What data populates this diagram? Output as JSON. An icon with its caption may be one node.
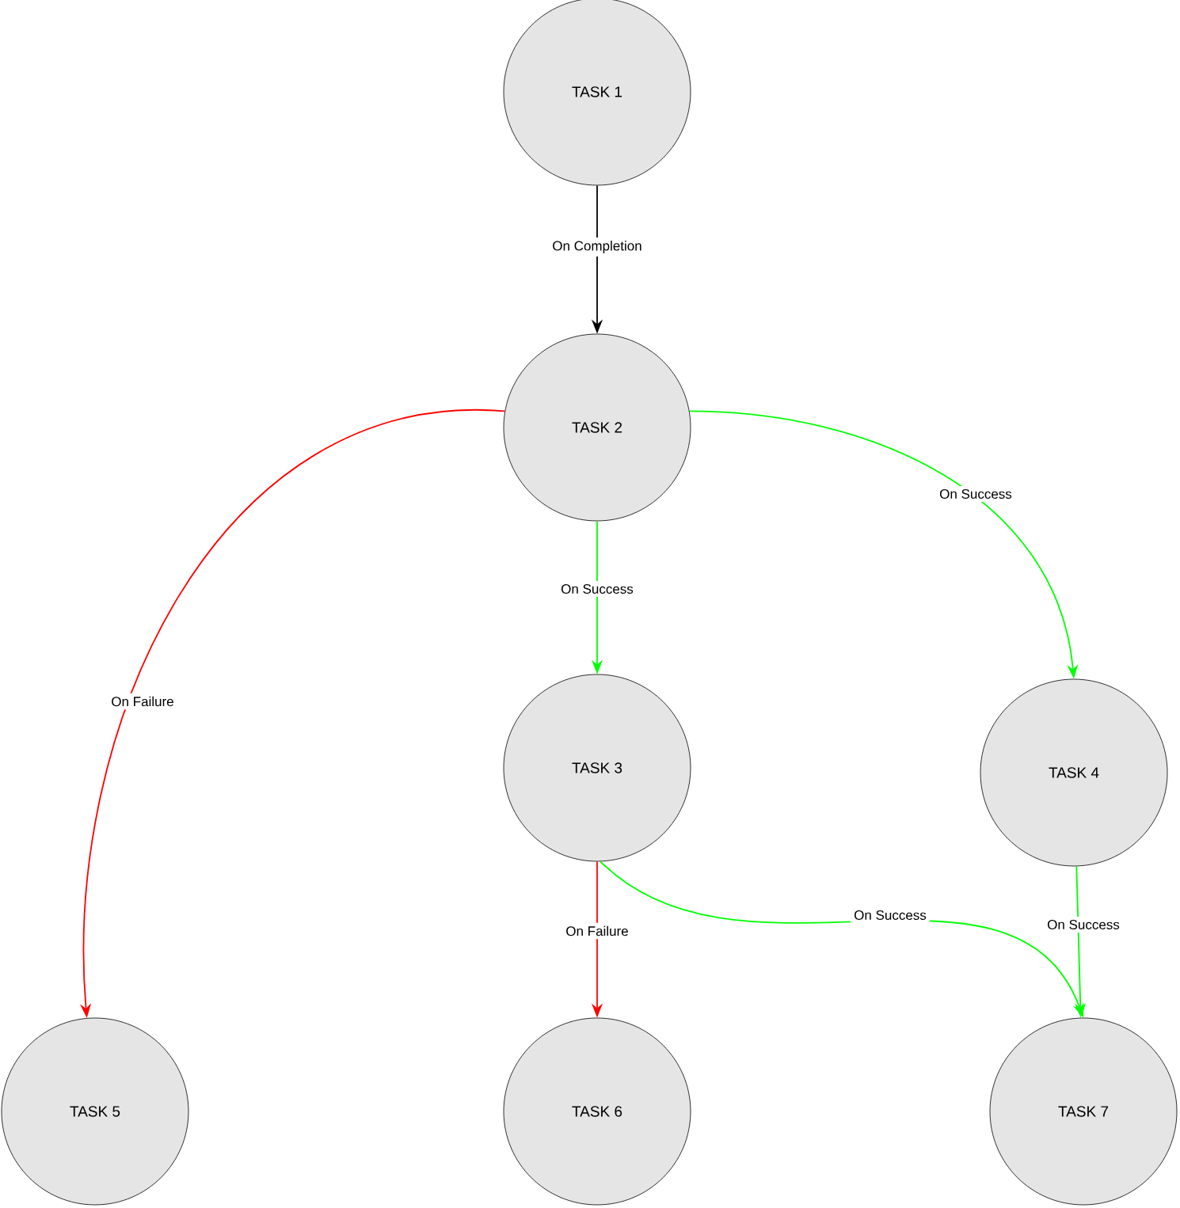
{
  "diagram": {
    "nodes": [
      {
        "text": [
          "TASK 1"
        ]
      },
      {
        "text": [
          "TASK 2"
        ]
      },
      {
        "text": [
          "TASK 3"
        ]
      },
      {
        "text": [
          "TASK 4"
        ]
      },
      {
        "text": [
          "TASK 5"
        ]
      },
      {
        "text": [
          "TASK 6"
        ]
      },
      {
        "text": [
          "TASK 7"
        ]
      }
    ],
    "edges": [
      {
        "from": 0,
        "to": 1,
        "arrow": "to",
        "label": "On Completion",
        "color": "#000000"
      },
      {
        "from": 1,
        "to": 4,
        "arrow": "to",
        "label": "On Failure",
        "color": "#ff0000"
      },
      {
        "from": 1,
        "to": 2,
        "arrow": "to",
        "label": "On Success"
      },
      {
        "from": 1,
        "to": 3,
        "arrow": "to",
        "label": "On Success"
      },
      {
        "from": 2,
        "to": 5,
        "arrow": "to",
        "label": "On Failure",
        "color": "#ff0000"
      },
      {
        "from": 2,
        "to": 6,
        "arrow": "to",
        "label": "On Success"
      },
      {
        "from": 3,
        "to": 6,
        "arrow": "to",
        "label": "On Success"
      }
    ]
  }
}
